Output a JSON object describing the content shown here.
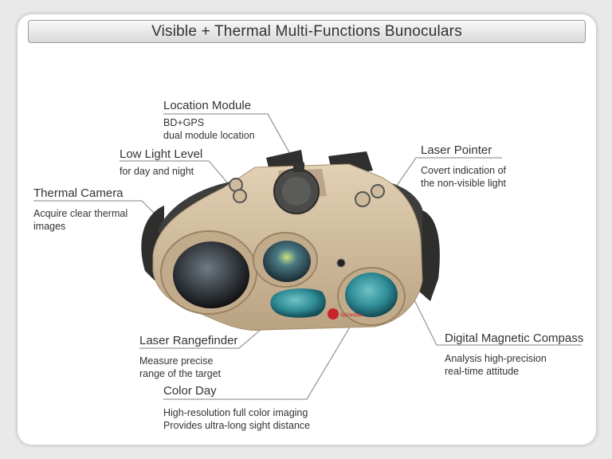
{
  "title": "Visible + Thermal Multi-Functions Bunoculars",
  "logo_text": "Spiredata",
  "features": {
    "location_module": {
      "name": "Location Module",
      "line1": "BD+GPS",
      "line2": "dual module location"
    },
    "low_light_level": {
      "name": "Low Light Level",
      "line1": "for day and night"
    },
    "thermal_camera": {
      "name": "Thermal Camera",
      "line1": "Acquire clear thermal",
      "line2": "images"
    },
    "laser_pointer": {
      "name": "Laser Pointer",
      "line1": "Covert indication of",
      "line2": "the non-visible light"
    },
    "laser_rangefinder": {
      "name": "Laser Rangefinder",
      "line1": "Measure precise",
      "line2": "range of the target"
    },
    "digital_compass": {
      "name": "Digital Magnetic Compass",
      "line1": "Analysis high-precision",
      "line2": "real-time attitude"
    },
    "color_day": {
      "name": "Color Day",
      "line1": "High-resolution full color imaging",
      "line2": "Provides ultra-long sight distance"
    }
  },
  "colors": {
    "body": "#d2bc9e",
    "grip": "#3d3e3c",
    "lens_glass": "#2f8c96",
    "leader_line": "#9a9a9a"
  }
}
